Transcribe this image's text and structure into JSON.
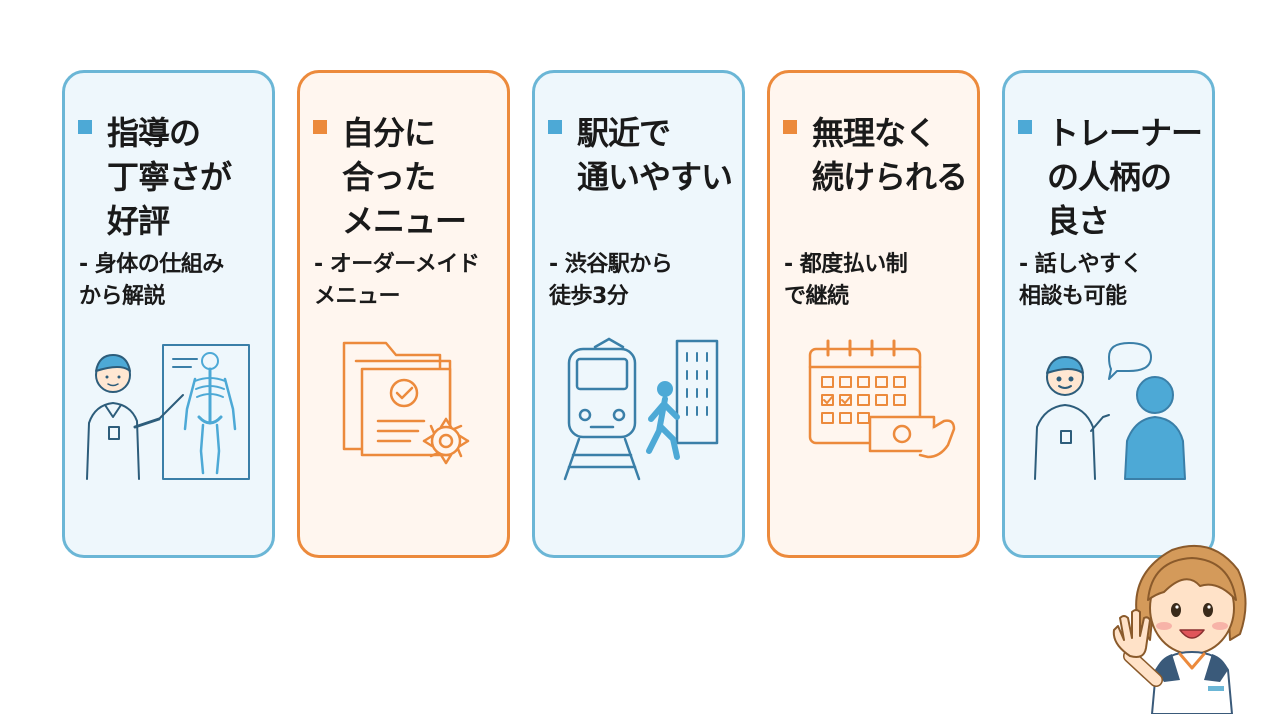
{
  "cards": [
    {
      "title": "指導の\n丁寧さが\n好評",
      "desc": "- 身体の仕組み\n から解説",
      "icon": "trainer-anatomy-chart-icon"
    },
    {
      "title": "自分に\n合った\nメニュー",
      "desc": "- オーダーメイド\n メニュー",
      "icon": "folder-checklist-gear-icon"
    },
    {
      "title": "駅近で\n通いやすい",
      "desc": "- 渋谷駅から\n 徒歩3分",
      "icon": "train-walker-building-icon"
    },
    {
      "title": "無理なく\n続けられる",
      "desc": "- 都度払い制\n で継続",
      "icon": "calendar-cash-icon"
    },
    {
      "title": "トレーナー\nの人柄の\n良さ",
      "desc": "- 話しやすく\n 相談も可能",
      "icon": "conversation-people-icon"
    }
  ],
  "colors": {
    "blue": "#6bb6d6",
    "orange": "#ec8a3c",
    "blue_bg": "#eef7fc",
    "orange_bg": "#fff6ef"
  }
}
